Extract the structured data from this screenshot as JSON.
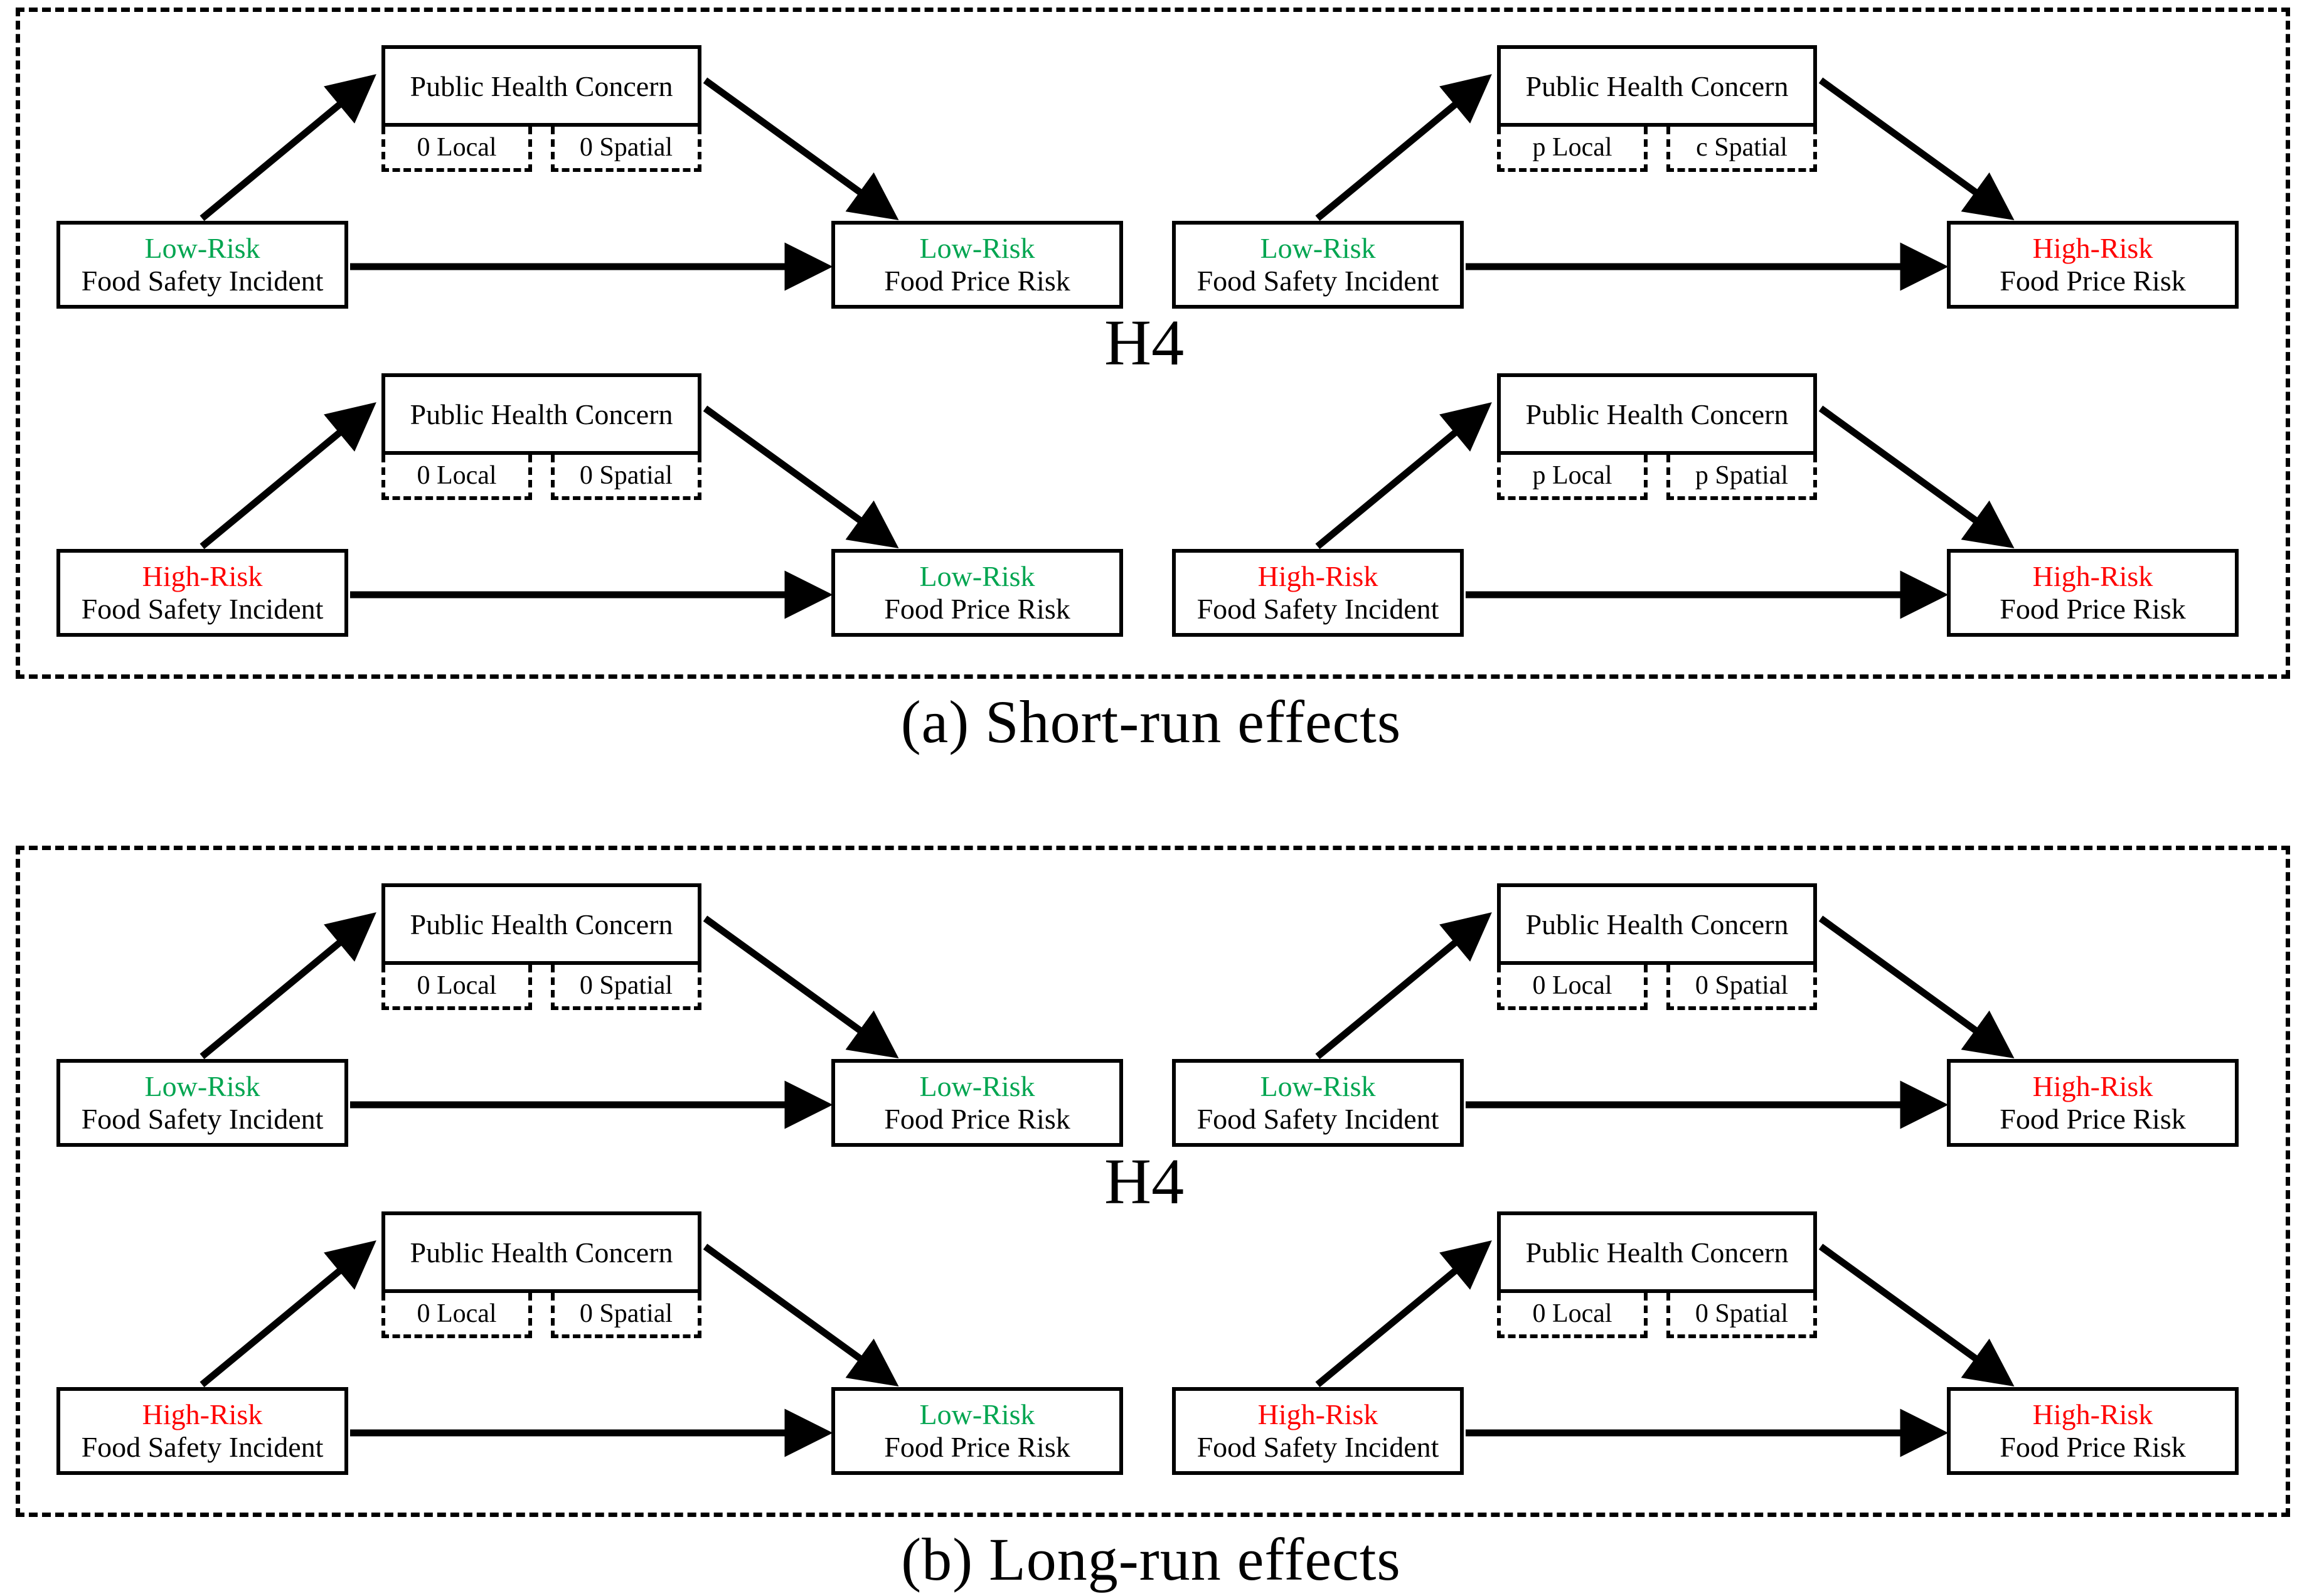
{
  "figure": {
    "hypothesis_label": "H4",
    "mediator_title": "Public Health Concern",
    "source_base": "Food Safety Incident",
    "target_base": "Food Price Risk",
    "risk_low": "Low-Risk",
    "risk_high": "High-Risk",
    "colors": {
      "low_risk": "#00A550",
      "high_risk": "#FF0000",
      "line": "#000000",
      "background": "#FFFFFF"
    }
  },
  "panels": [
    {
      "id": "a",
      "caption": "(a) Short-run effects",
      "hypothesis": "H4",
      "units": [
        {
          "position": "top-left",
          "source": {
            "risk": "Low-Risk",
            "risk_class": "low",
            "base": "Food Safety Incident"
          },
          "target": {
            "risk": "Low-Risk",
            "risk_class": "low",
            "base": "Food Price Risk"
          },
          "mediator": {
            "title": "Public Health Concern",
            "local": "0 Local",
            "spatial": "0 Spatial"
          }
        },
        {
          "position": "top-right",
          "source": {
            "risk": "Low-Risk",
            "risk_class": "low",
            "base": "Food Safety Incident"
          },
          "target": {
            "risk": "High-Risk",
            "risk_class": "high",
            "base": "Food Price Risk"
          },
          "mediator": {
            "title": "Public Health Concern",
            "local": "p Local",
            "spatial": "c Spatial"
          }
        },
        {
          "position": "bottom-left",
          "source": {
            "risk": "High-Risk",
            "risk_class": "high",
            "base": "Food Safety Incident"
          },
          "target": {
            "risk": "Low-Risk",
            "risk_class": "low",
            "base": "Food Price Risk"
          },
          "mediator": {
            "title": "Public Health Concern",
            "local": "0 Local",
            "spatial": "0 Spatial"
          }
        },
        {
          "position": "bottom-right",
          "source": {
            "risk": "High-Risk",
            "risk_class": "high",
            "base": "Food Safety Incident"
          },
          "target": {
            "risk": "High-Risk",
            "risk_class": "high",
            "base": "Food Price Risk"
          },
          "mediator": {
            "title": "Public Health Concern",
            "local": "p Local",
            "spatial": "p Spatial"
          }
        }
      ]
    },
    {
      "id": "b",
      "caption": "(b) Long-run effects",
      "hypothesis": "H4",
      "units": [
        {
          "position": "top-left",
          "source": {
            "risk": "Low-Risk",
            "risk_class": "low",
            "base": "Food Safety Incident"
          },
          "target": {
            "risk": "Low-Risk",
            "risk_class": "low",
            "base": "Food Price Risk"
          },
          "mediator": {
            "title": "Public Health Concern",
            "local": "0 Local",
            "spatial": "0 Spatial"
          }
        },
        {
          "position": "top-right",
          "source": {
            "risk": "Low-Risk",
            "risk_class": "low",
            "base": "Food Safety Incident"
          },
          "target": {
            "risk": "High-Risk",
            "risk_class": "high",
            "base": "Food Price Risk"
          },
          "mediator": {
            "title": "Public Health Concern",
            "local": "0 Local",
            "spatial": "0 Spatial"
          }
        },
        {
          "position": "bottom-left",
          "source": {
            "risk": "High-Risk",
            "risk_class": "high",
            "base": "Food Safety Incident"
          },
          "target": {
            "risk": "Low-Risk",
            "risk_class": "low",
            "base": "Food Price Risk"
          },
          "mediator": {
            "title": "Public Health Concern",
            "local": "0 Local",
            "spatial": "0 Spatial"
          }
        },
        {
          "position": "bottom-right",
          "source": {
            "risk": "High-Risk",
            "risk_class": "high",
            "base": "Food Safety Incident"
          },
          "target": {
            "risk": "High-Risk",
            "risk_class": "high",
            "base": "Food Price Risk"
          },
          "mediator": {
            "title": "Public Health Concern",
            "local": "0 Local",
            "spatial": "0 Spatial"
          }
        }
      ]
    }
  ]
}
